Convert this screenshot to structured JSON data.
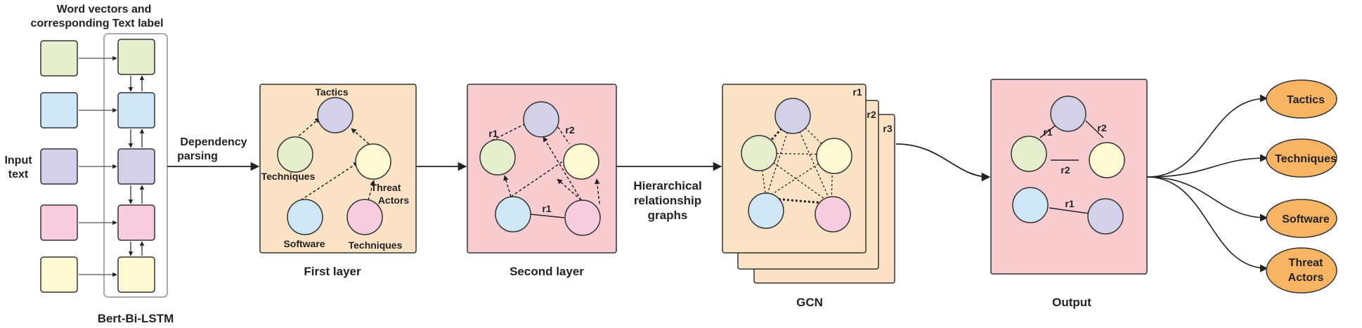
{
  "input": {
    "header_line1": "Word vectors and",
    "header_line2": "corresponding Text label",
    "input_label_line1": "Input",
    "input_label_line2": "text",
    "model_label": "Bert-Bi-LSTM",
    "box_colors": [
      "#e5efcd",
      "#cfe6f7",
      "#d3d0ea",
      "#f8cde0",
      "#fdf9d0"
    ]
  },
  "dependency": {
    "line1": "Dependency",
    "line2": "parsing"
  },
  "first_layer": {
    "caption": "First layer",
    "tactics": "Tactics",
    "techniques_left": "Techniques",
    "threat_line1": "Threat",
    "threat_line2": "Actors",
    "software": "Software",
    "techniques_bottom": "Techniques"
  },
  "second_layer": {
    "caption": "Second layer",
    "r1_left": "r1",
    "r2_top": "r2",
    "r1_bottom": "r1"
  },
  "hierarchical": {
    "line1": "Hierarchical",
    "line2": "relationship",
    "line3": "graphs"
  },
  "gcn": {
    "caption": "GCN",
    "stack1": "r1",
    "stack2": "r2",
    "stack3": "r3"
  },
  "output": {
    "caption": "Output",
    "r1_left": "r1",
    "r2_top": "r2",
    "r2_mid": "r2",
    "r1_bottom": "r1"
  },
  "classes": {
    "tactics": "Tactics",
    "techniques": "Techniques",
    "software": "Software",
    "threat_line1": "Threat",
    "threat_line2": "Actors"
  },
  "colors": {
    "panel_orange": "#fde3c6",
    "panel_pink": "#f9cdd0",
    "node_purple": "#d3d0ea",
    "node_green": "#e5efcd",
    "node_yellow": "#fdf9d0",
    "node_blue": "#cfe6f7",
    "node_pink": "#f8cde0",
    "output_oval": "#f7b563"
  }
}
